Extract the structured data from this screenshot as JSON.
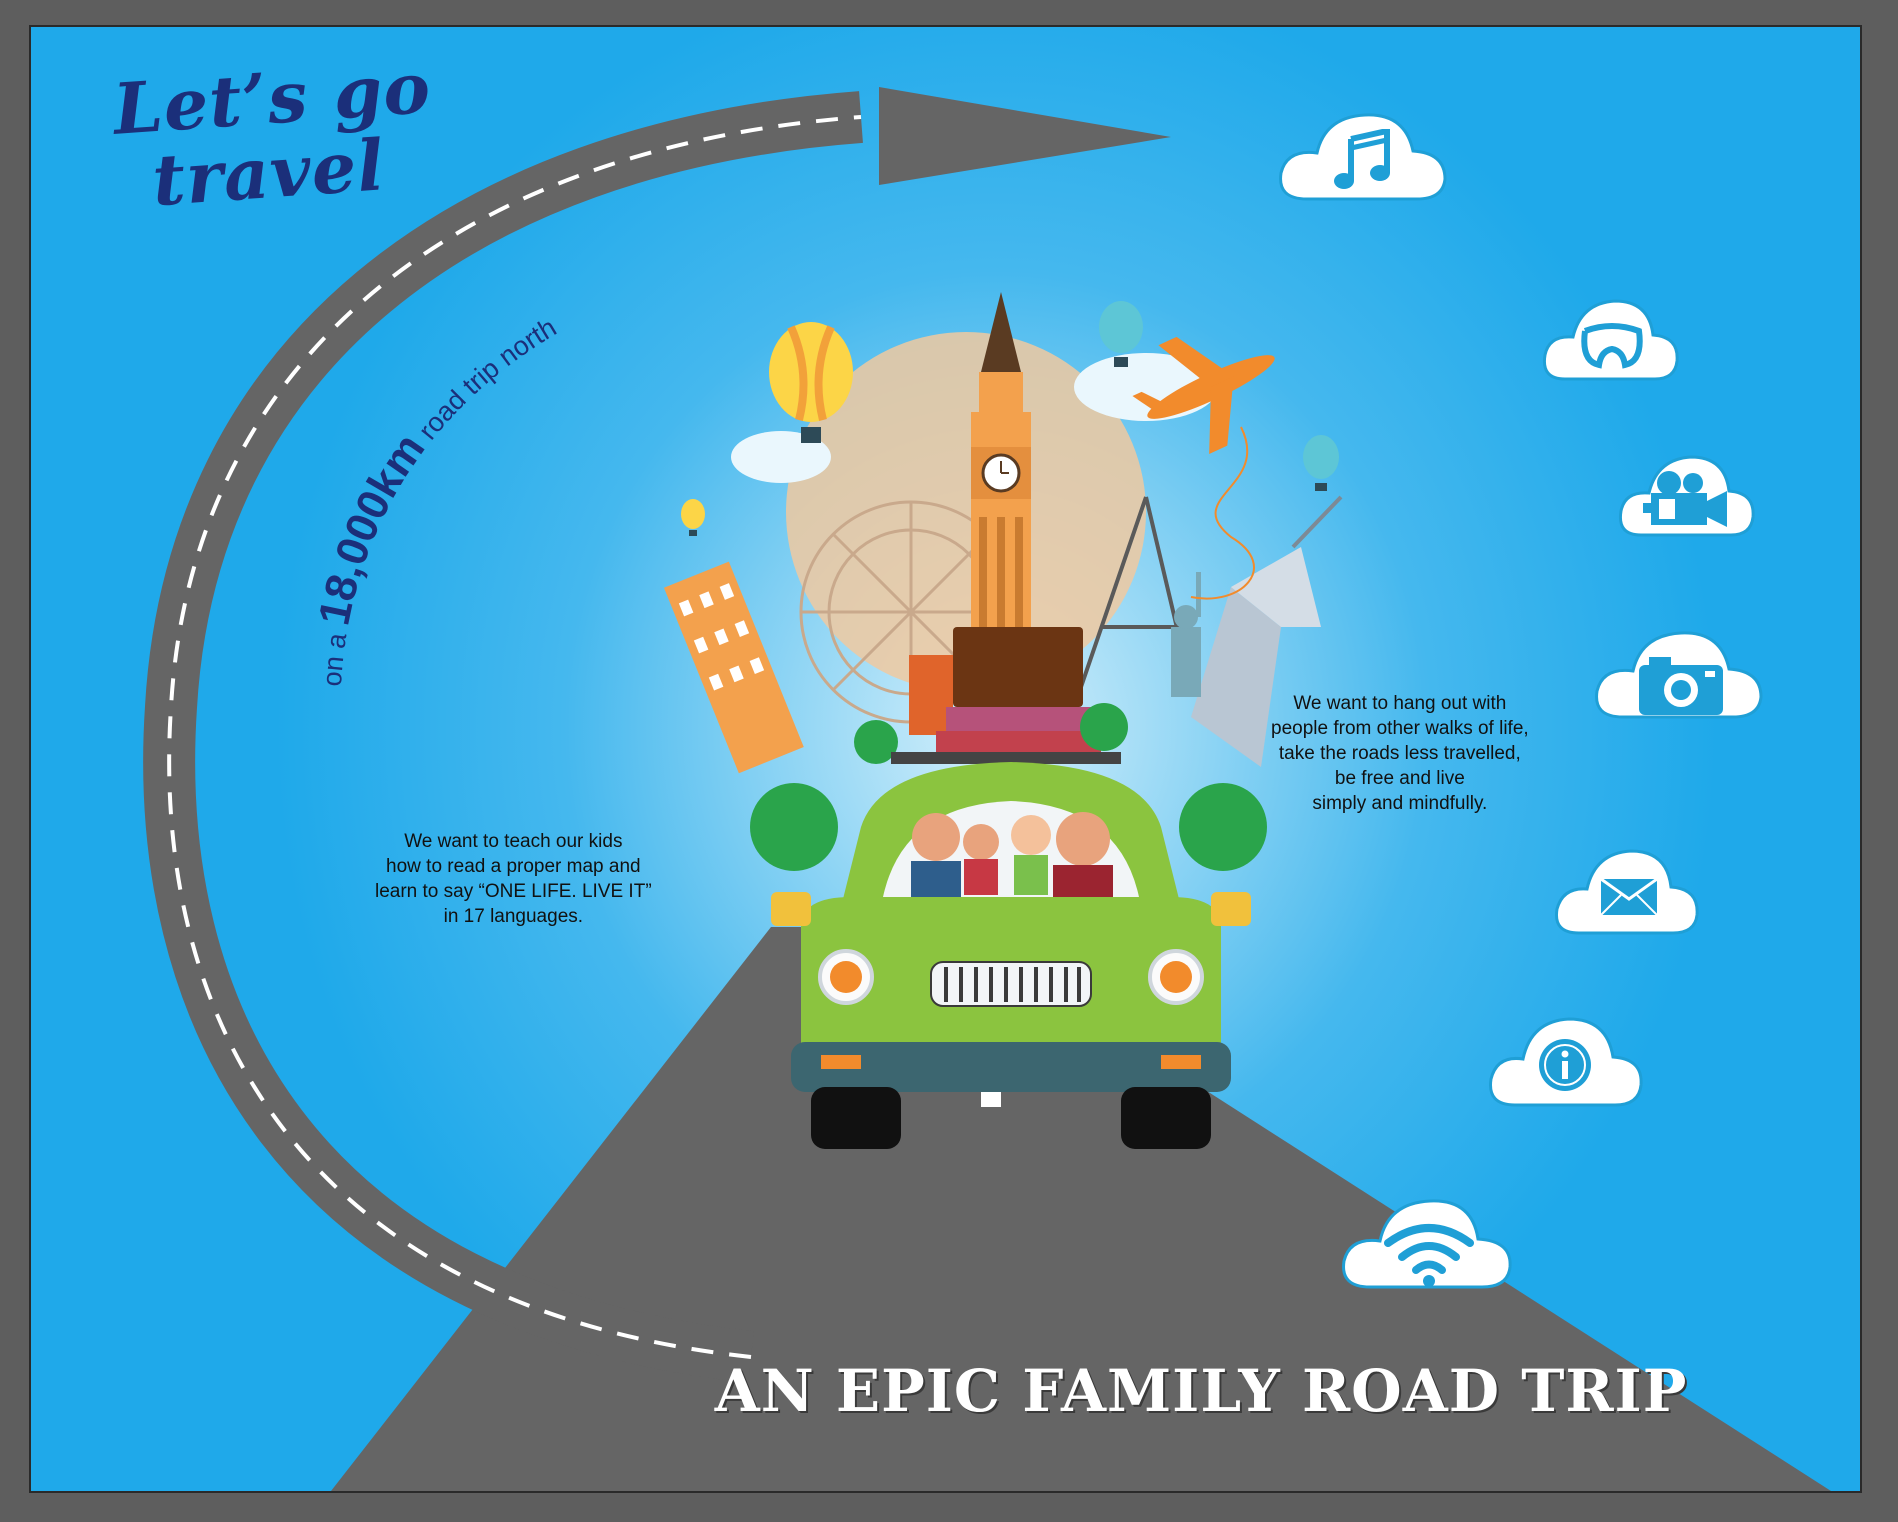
{
  "poster": {
    "title_line1": "Let’s go",
    "title_line2": "travel",
    "arc_prefix": "on a ",
    "arc_distance": "18,000km",
    "arc_suffix": " road trip north",
    "left_blurb": [
      "We want to teach our kids",
      "how to read a proper map and",
      "learn to say “ONE LIFE. LIVE IT”",
      "in 17 languages."
    ],
    "right_blurb": [
      "We want to hang out with",
      "people from other walks of life,",
      "take the roads less travelled,",
      "be free and live",
      "simply and mindfully."
    ],
    "headline": "AN EPIC FAMILY ROAD TRIP"
  },
  "icons": [
    {
      "name": "music-note-icon"
    },
    {
      "name": "phone-icon"
    },
    {
      "name": "video-camera-icon"
    },
    {
      "name": "photo-camera-icon"
    },
    {
      "name": "mail-icon"
    },
    {
      "name": "info-icon"
    },
    {
      "name": "wifi-icon"
    }
  ],
  "colors": {
    "sky": "#1fa9ea",
    "road": "#656565",
    "title": "#1b2f7a",
    "car": "#8bc43f",
    "icon_blue": "#1f9fd6",
    "sun": "#f0c9a0"
  }
}
